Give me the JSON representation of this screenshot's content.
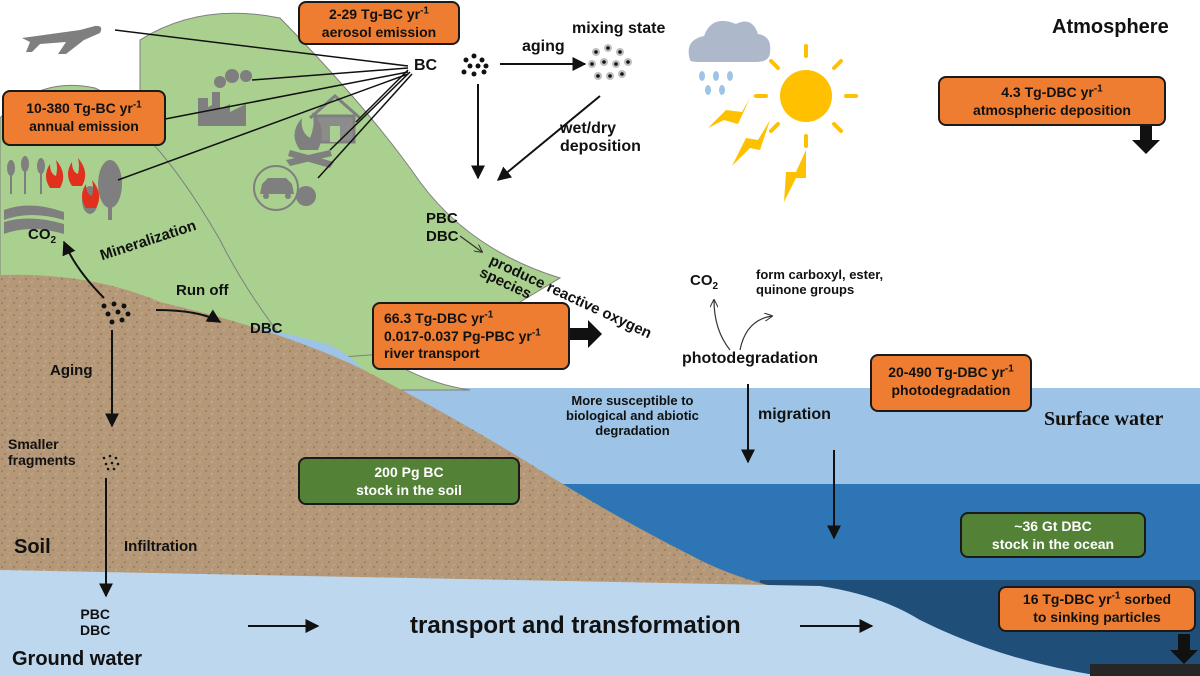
{
  "colors": {
    "atmosphere_bg": "#ffffff",
    "hill": "#a9d08e",
    "soil": "#b79a7b",
    "surface_water": "#9dc3e6",
    "deep_water": "#2e75b6",
    "deepest_water": "#1f4e79",
    "ground_water": "#bdd7ee",
    "orange_box": "#ee7d31",
    "green_box": "#538135",
    "sun": "#ffc000",
    "cloud": "#adb9ca",
    "icon_gray": "#7f7f7f"
  },
  "icons": {
    "airplane": "airplane-icon",
    "factory": "factory-icon",
    "house": "house-icon",
    "campfire": "campfire-icon",
    "car": "car-icon",
    "farm": "farmland-icon",
    "trees": "trees-icon",
    "fire": "fire-icon",
    "cloud": "rain-cloud-icon",
    "sun": "sun-icon",
    "lightning": "lightning-icon"
  },
  "zones": {
    "atmosphere": "Atmosphere",
    "surface_water": "Surface water",
    "soil": "Soil",
    "ground_water": "Ground water"
  },
  "boxes": {
    "aerosol": {
      "value": "2-29  Tg-BC yr",
      "sup": "-1",
      "line2": "aerosol emission"
    },
    "annual": {
      "value": "10-380  Tg-BC yr",
      "sup": "-1",
      "line2": "annual emission"
    },
    "atm_dep": {
      "value": "4.3  Tg-DBC yr",
      "sup": "-1",
      "line2": "atmospheric deposition"
    },
    "river": {
      "line1": "66.3  Tg-DBC yr",
      "sup1": "-1",
      "line2": "0.017-0.037 Pg-PBC yr",
      "sup2": "-1",
      "line3": "river transport"
    },
    "photodeg": {
      "value": "20-490  Tg-DBC yr",
      "sup": "-1",
      "line2": "photodegradation"
    },
    "sinking": {
      "value": "16  Tg-DBC yr",
      "sup": "-1",
      "line1b": " sorbed",
      "line2": "to sinking particles"
    },
    "soil_stock": {
      "line1": "200 Pg BC",
      "line2": "stock in the soil"
    },
    "ocean_stock": {
      "line1": "~36 Gt DBC",
      "line2": "stock in the ocean"
    }
  },
  "labels": {
    "bc": "BC",
    "aging_top": "aging",
    "mixing_state": "mixing state",
    "wet_dry_1": "wet/dry",
    "wet_dry_2": "deposition",
    "pbc_hill": "PBC",
    "dbc_hill": "DBC",
    "produce_ros": "produce reactive oxygen",
    "species": "species",
    "co2_left": "CO",
    "co2_left_sub": "2",
    "mineralization": "Mineralization",
    "run_off": "Run off",
    "dbc_runoff": "DBC",
    "aging_soil": "Aging",
    "smaller_1": "Smaller",
    "smaller_2": "fragments",
    "infiltration": "Infiltration",
    "pbc_ground": "PBC",
    "dbc_ground": "DBC",
    "transport": "transport and transformation",
    "co2_right": "CO",
    "co2_right_sub": "2",
    "form_groups_1": "form carboxyl, ester,",
    "form_groups_2": "quinone groups",
    "photodegradation": "photodegradation",
    "susceptible_1": "More susceptible to",
    "susceptible_2": "biological and abiotic",
    "susceptible_3": "degradation",
    "migration": "migration"
  }
}
